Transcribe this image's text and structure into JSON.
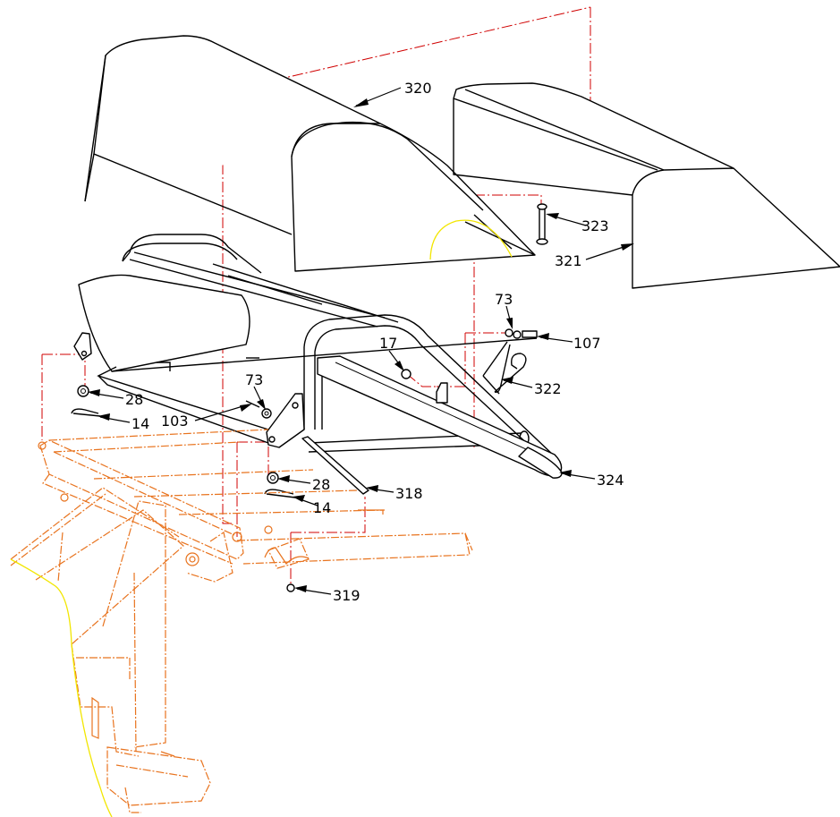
{
  "colors": {
    "part_outline": "#000000",
    "hitch_frame": "#e8731e",
    "centerline": "#d00000",
    "highlight": "#f2e600"
  },
  "callouts": [
    {
      "id": "c320",
      "label": "320"
    },
    {
      "id": "c323",
      "label": "323"
    },
    {
      "id": "c321",
      "label": "321"
    },
    {
      "id": "c73a",
      "label": "73"
    },
    {
      "id": "c107",
      "label": "107"
    },
    {
      "id": "c17",
      "label": "17"
    },
    {
      "id": "c322",
      "label": "322"
    },
    {
      "id": "c28a",
      "label": "28"
    },
    {
      "id": "c14a",
      "label": "14"
    },
    {
      "id": "c73b",
      "label": "73"
    },
    {
      "id": "c103",
      "label": "103"
    },
    {
      "id": "c28b",
      "label": "28"
    },
    {
      "id": "c14b",
      "label": "14"
    },
    {
      "id": "c318",
      "label": "318"
    },
    {
      "id": "c324",
      "label": "324"
    },
    {
      "id": "c319",
      "label": "319"
    }
  ]
}
